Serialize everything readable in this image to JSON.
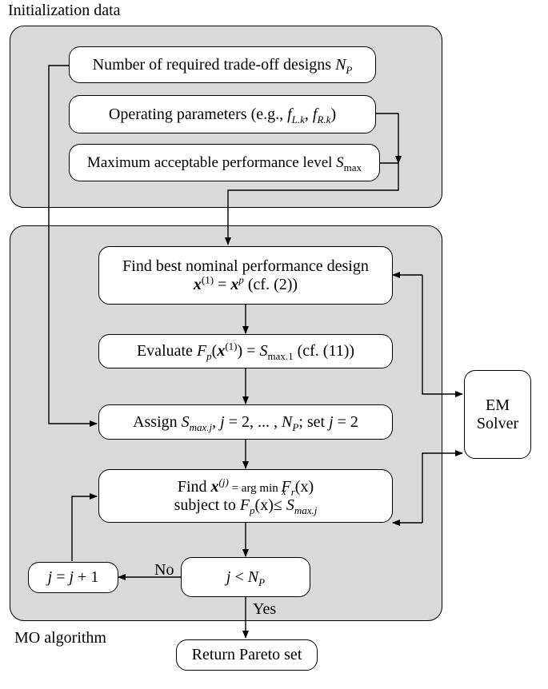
{
  "section_titles": {
    "initialization": "Initialization data",
    "mo": "MO algorithm"
  },
  "init": {
    "np_text": "Number of required trade-off designs",
    "np_sym": "N",
    "np_sub": "P",
    "op_text": "Operating parameters (e.g.,",
    "op_f1": "f",
    "op_f1_sub": "L.k",
    "op_sep": ",",
    "op_f2": "f",
    "op_f2_sub": "R.k",
    "op_close": ")",
    "smax_text": "Maximum acceptable performance level",
    "smax_sym": "S",
    "smax_sub": "max"
  },
  "steps": {
    "find_best_line1": "Find best nominal performance design",
    "find_best_x": "x",
    "find_best_sup1": "(1)",
    "find_best_eq": " = ",
    "find_best_x2": "x",
    "find_best_sup2": "p",
    "find_best_ref": " (cf. (2))",
    "eval_pre": "Evaluate ",
    "eval_F": "F",
    "eval_F_sub": "p",
    "eval_open": "(",
    "eval_x": "x",
    "eval_sup": "(1)",
    "eval_close": ") = ",
    "eval_S": "S",
    "eval_S_sub": "max.1",
    "eval_ref": " (cf. (11))",
    "assign_pre": "Assign ",
    "assign_S": "S",
    "assign_S_sub": "max.j",
    "assign_mid": ", ",
    "assign_j": "j",
    "assign_eq": " = 2, ... , ",
    "assign_N": "N",
    "assign_N_sub": "P",
    "assign_set": "; set ",
    "assign_j2": "j",
    "assign_end": " = 2",
    "find_pre": "Find ",
    "find_x": "x",
    "find_sup": "(j)",
    "find_eq": " = arg min ",
    "find_under": "x",
    "find_F": "F",
    "find_F_sub": "r",
    "find_arg": "(x)",
    "subj_pre": "subject to ",
    "subj_F": "F",
    "subj_F_sub": "p",
    "subj_arg": "(x)",
    "subj_le": "≤ ",
    "subj_S": "S",
    "subj_S_sub": "max.j",
    "cond_j": "j",
    "cond_lt": " < ",
    "cond_N": "N",
    "cond_N_sub": "P",
    "incr_j": "j",
    "incr_eq": " = ",
    "incr_j2": "j",
    "incr_plus": " + 1",
    "return": "Return Pareto set"
  },
  "solver": {
    "line1": "EM",
    "line2": "Solver"
  },
  "edge_labels": {
    "no": "No",
    "yes": "Yes"
  }
}
